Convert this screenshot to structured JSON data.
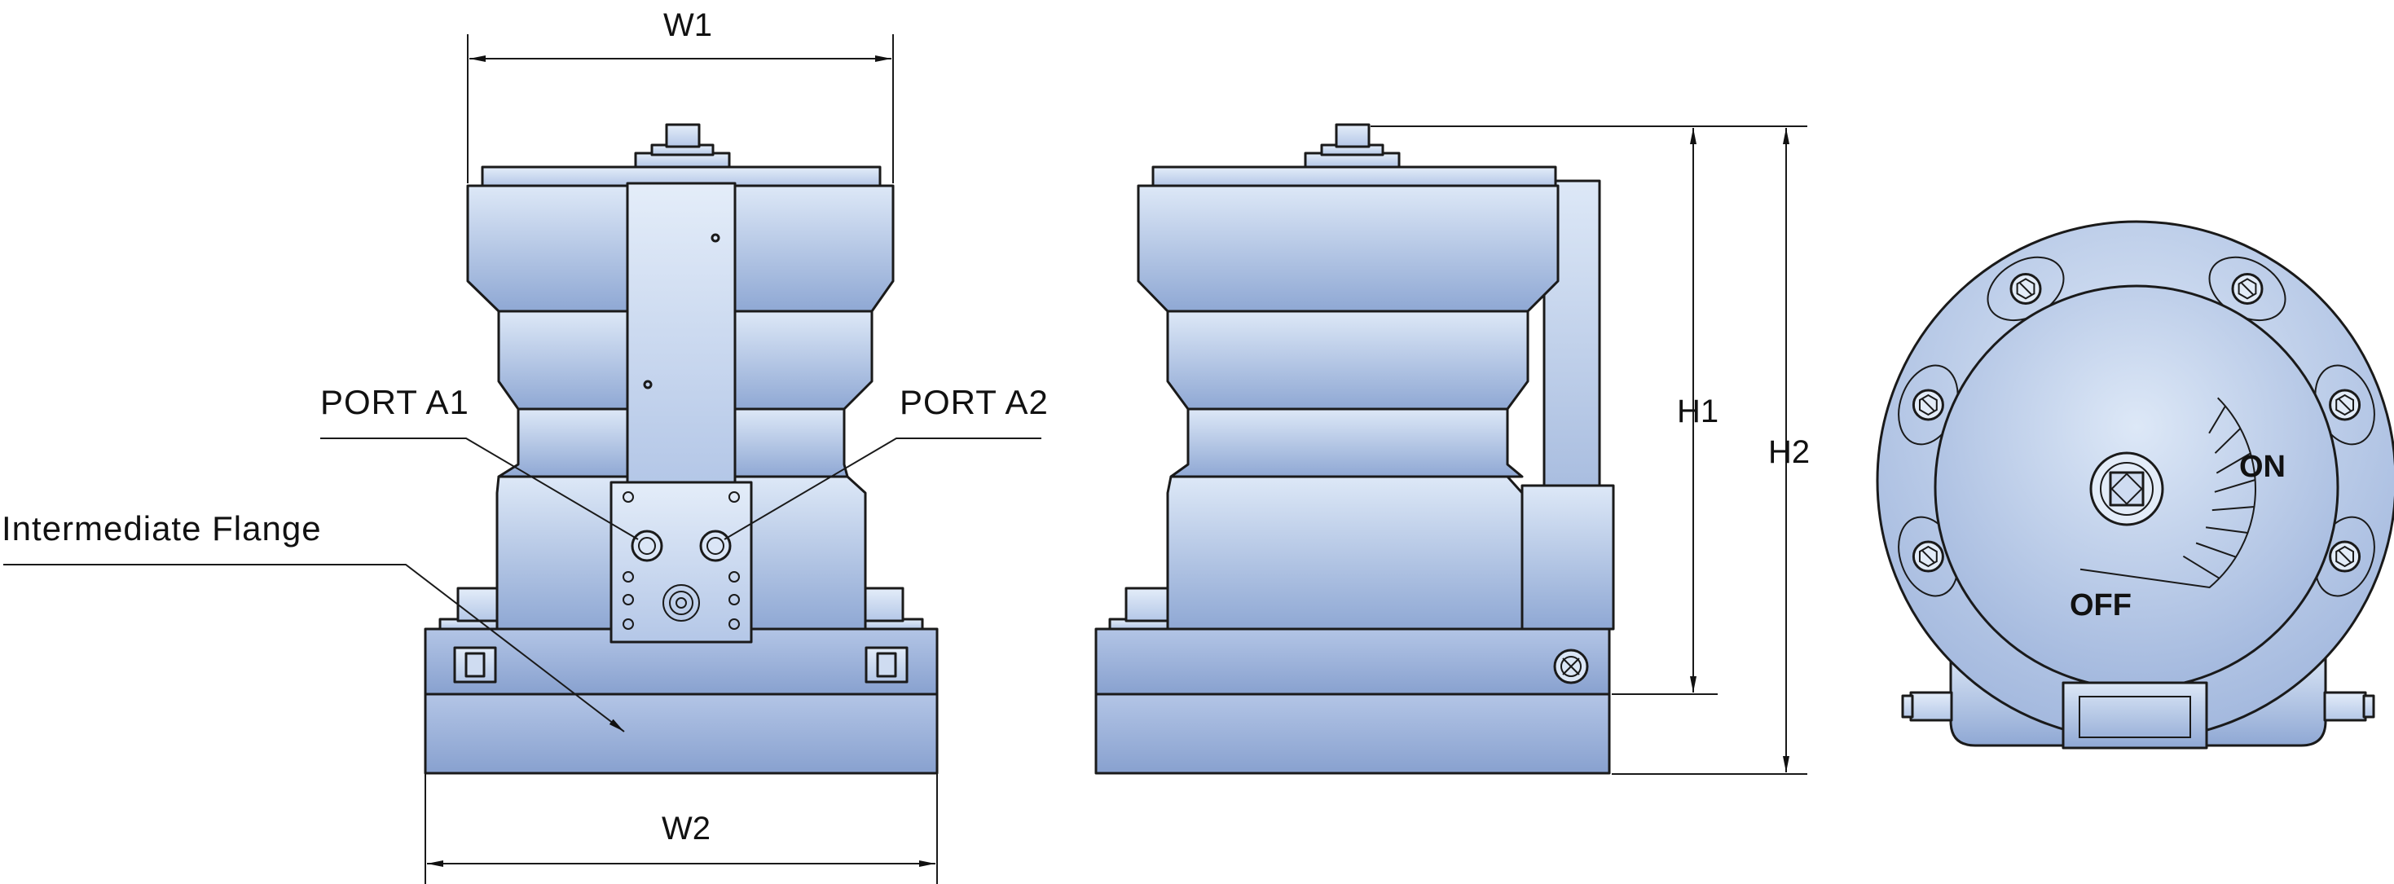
{
  "labels": {
    "port_a1": "PORT A1",
    "port_a2": "PORT A2",
    "intermediate_flange": "Intermediate Flange",
    "on": "ON",
    "off": "OFF"
  },
  "dimensions": {
    "w1": "W1",
    "w2": "W2",
    "h1": "H1",
    "h2": "H2"
  },
  "colors": {
    "body_fill_light": "#dbe6f6",
    "body_fill_dark": "#8fa8d4",
    "outline": "#1a1a1a"
  }
}
